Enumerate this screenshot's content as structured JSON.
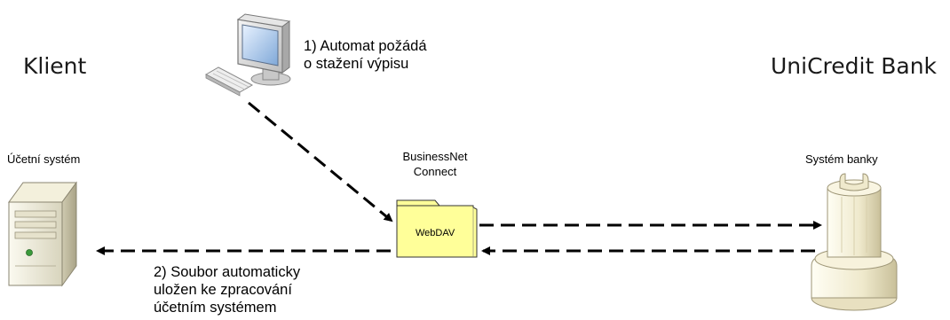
{
  "headings": {
    "client": "Klient",
    "bank": "UniCredit Bank"
  },
  "nodes": {
    "accounting_system": "Účetní systém",
    "bank_system": "Systém banky",
    "gateway": [
      "BusinessNet",
      "Connect"
    ],
    "folder": "WebDAV"
  },
  "steps": {
    "step1": [
      "1) Automat požádá",
      "o stažení výpisu"
    ],
    "step2": [
      "2) Soubor automaticky",
      "uložen ke zpracování",
      "účetním systémem"
    ]
  },
  "colors": {
    "folder_fill": "#ffff99",
    "arrow": "#000000"
  },
  "icons": [
    "computer-icon",
    "server-icon",
    "bank-system-icon",
    "folder-icon"
  ]
}
